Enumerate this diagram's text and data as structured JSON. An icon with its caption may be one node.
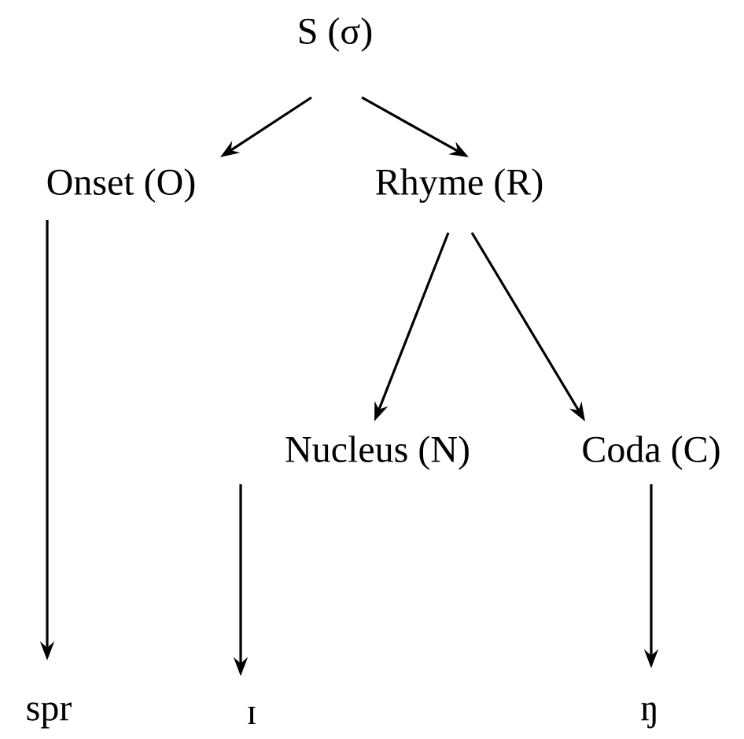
{
  "diagram": {
    "nodes": [
      {
        "text": [
          "S (σ)"
        ]
      },
      {
        "text": [
          "Onset (O)"
        ]
      },
      {
        "text": [
          "Rhyme (R)"
        ]
      },
      {
        "text": [
          "Nucleus (N)"
        ]
      },
      {
        "text": [
          "Coda (C)"
        ]
      },
      {
        "text": [
          "spr"
        ]
      },
      {
        "text": [
          "ɪ"
        ]
      },
      {
        "text": [
          "ŋ"
        ]
      }
    ],
    "edges": [
      {
        "from": 0,
        "to": 1,
        "arrow": "to"
      },
      {
        "from": 0,
        "to": 2,
        "arrow": "to"
      },
      {
        "from": 2,
        "to": 3,
        "arrow": "to"
      },
      {
        "from": 2,
        "to": 4,
        "arrow": "to"
      },
      {
        "from": 1,
        "to": 5,
        "arrow": "to"
      },
      {
        "from": 3,
        "to": 6,
        "arrow": "to"
      },
      {
        "from": 4,
        "to": 7,
        "arrow": "to"
      }
    ]
  }
}
